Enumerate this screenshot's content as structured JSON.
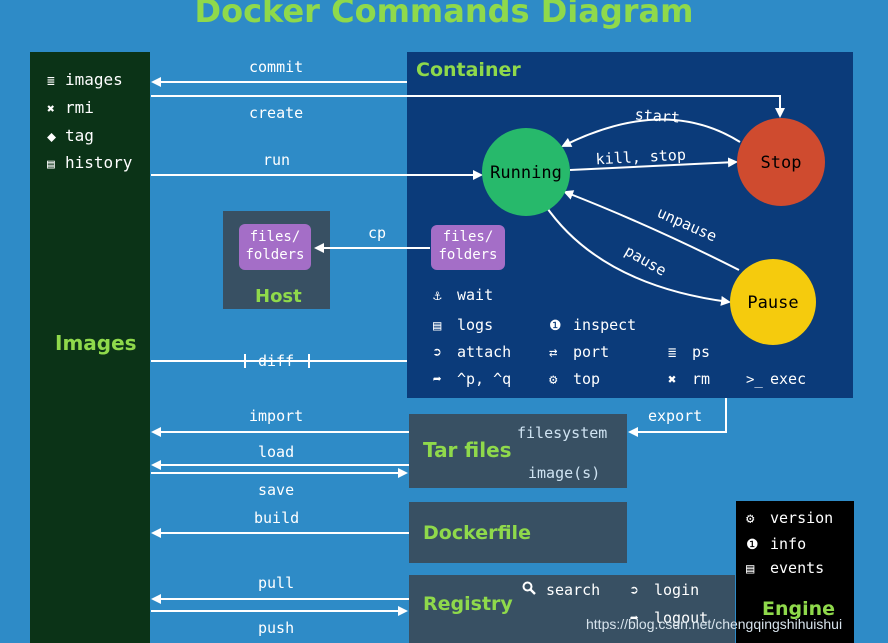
{
  "title": "Docker Commands Diagram",
  "images_panel": {
    "title": "Images",
    "items": [
      {
        "icon": "list-icon",
        "glyph": "≣",
        "label": "images"
      },
      {
        "icon": "close-icon",
        "glyph": "✖",
        "label": "rmi"
      },
      {
        "icon": "tag-icon",
        "glyph": "⬥",
        "label": "tag"
      },
      {
        "icon": "document-icon",
        "glyph": "▤",
        "label": "history"
      }
    ]
  },
  "container": {
    "title": "Container",
    "states": {
      "running": "Running",
      "stop": "Stop",
      "pause": "Pause"
    },
    "transitions": {
      "start": "start",
      "kill_stop": "kill, stop",
      "unpause": "unpause",
      "pause": "pause"
    },
    "folders_label": {
      "line1": "files/",
      "line2": "folders"
    },
    "commands": [
      {
        "icon": "anchor-icon",
        "glyph": "⚓",
        "label": "wait"
      },
      {
        "icon": "document-icon",
        "glyph": "▤",
        "label": "logs"
      },
      {
        "icon": "info-icon",
        "glyph": "❶",
        "label": "inspect"
      },
      {
        "icon": "attach-icon",
        "glyph": "➲",
        "label": "attach"
      },
      {
        "icon": "swap-icon",
        "glyph": "⇄",
        "label": "port"
      },
      {
        "icon": "list-icon",
        "glyph": "≣",
        "label": "ps"
      },
      {
        "icon": "detach-icon",
        "glyph": "➦",
        "label": "^p, ^q"
      },
      {
        "icon": "gears-icon",
        "glyph": "⚙",
        "label": "top"
      },
      {
        "icon": "close-icon",
        "glyph": "✖",
        "label": "rm"
      },
      {
        "icon": "terminal-icon",
        "glyph": ">_",
        "label": "exec"
      }
    ]
  },
  "host": {
    "title": "Host",
    "folders_label": {
      "line1": "files/",
      "line2": "folders"
    }
  },
  "arrows": {
    "commit": "commit",
    "create": "create",
    "run": "run",
    "cp": "cp",
    "diff": "diff",
    "import": "import",
    "load": "load",
    "save": "save",
    "build": "build",
    "pull": "pull",
    "push": "push",
    "export": "export"
  },
  "tar_files": {
    "title": "Tar files",
    "filesystem": "filesystem",
    "images": "image(s)"
  },
  "dockerfile": {
    "title": "Dockerfile"
  },
  "registry": {
    "title": "Registry",
    "search": {
      "glyph": "🔍",
      "label": "search"
    },
    "login": {
      "glyph": "➲",
      "label": "login"
    },
    "logout": {
      "glyph": "➦",
      "label": "logout"
    }
  },
  "engine": {
    "title": "Engine",
    "items": [
      {
        "icon": "gear-icon",
        "glyph": "⚙",
        "label": "version"
      },
      {
        "icon": "info-icon",
        "glyph": "❶",
        "label": "info"
      },
      {
        "icon": "document-icon",
        "glyph": "▤",
        "label": "events"
      }
    ]
  },
  "colors": {
    "background": "#2e8bc7",
    "images_panel": "#0b3317",
    "container_panel": "#0b3b7a",
    "slate_box": "#385063",
    "accent_green": "#8fd94b",
    "running": "#27b96b",
    "stop": "#cf4b2f",
    "pause": "#f5cb0d",
    "folder": "#a46ec7"
  },
  "watermark": "https://blog.csdn.net/chengqingshihuishui"
}
